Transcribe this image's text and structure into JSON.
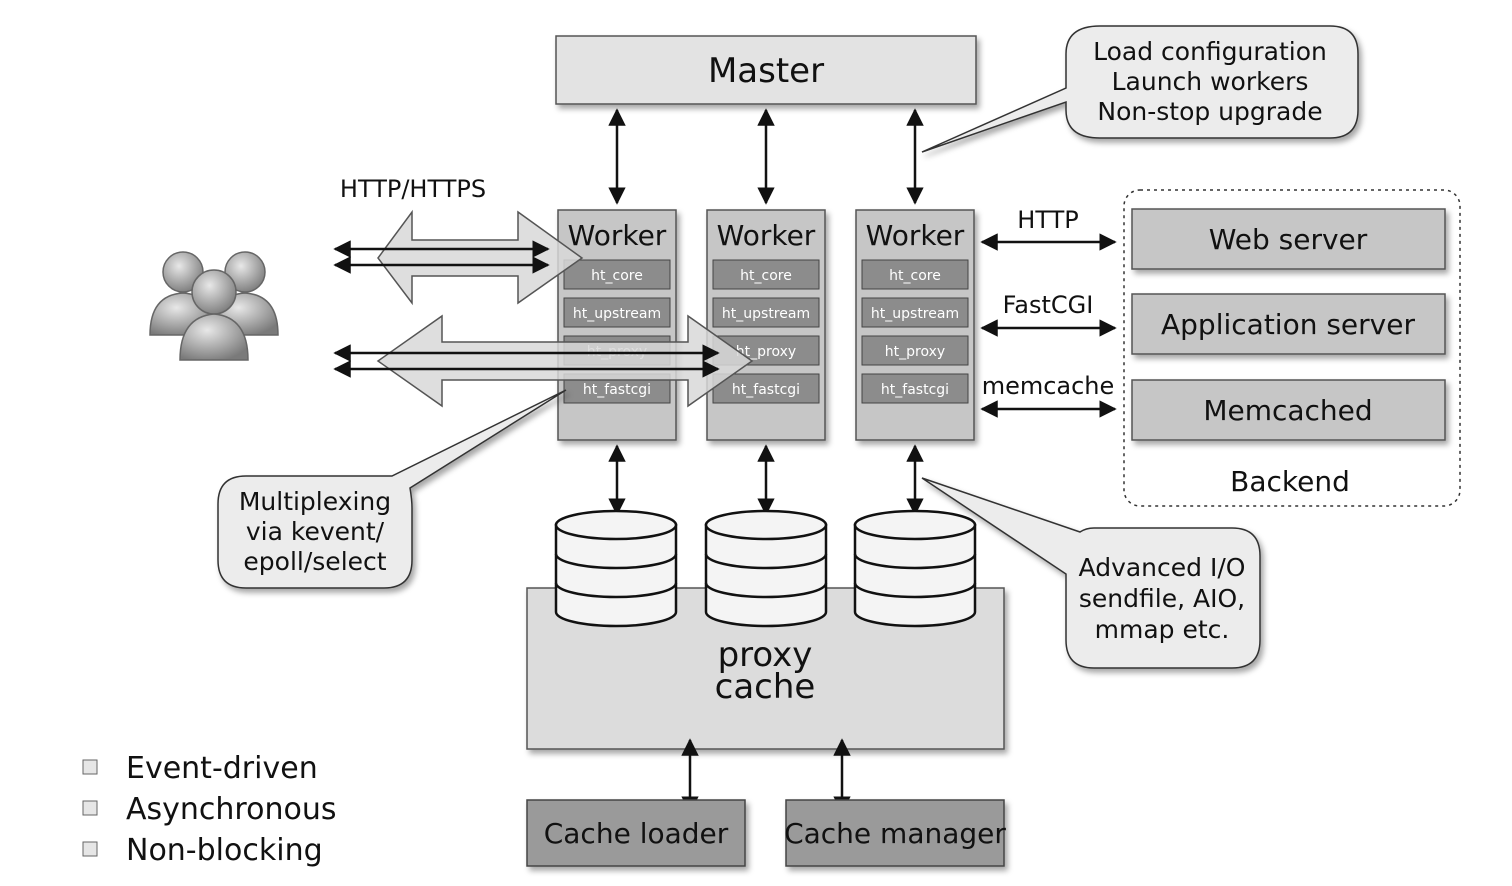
{
  "master": {
    "label": "Master"
  },
  "master_callout": {
    "lines": [
      "Load configuration",
      "Launch workers",
      "Non-stop upgrade"
    ]
  },
  "client_protocol": "HTTP/HTTPS",
  "workers": [
    {
      "label": "Worker",
      "modules": [
        "ht_core",
        "ht_upstream",
        "ht_proxy",
        "ht_fastcgi"
      ]
    },
    {
      "label": "Worker",
      "modules": [
        "ht_core",
        "ht_upstream",
        "ht_proxy",
        "ht_fastcgi"
      ]
    },
    {
      "label": "Worker",
      "modules": [
        "ht_core",
        "ht_upstream",
        "ht_proxy",
        "ht_fastcgi"
      ]
    }
  ],
  "backend_protocols": [
    "HTTP",
    "FastCGI",
    "memcache"
  ],
  "backend": {
    "servers": [
      "Web server",
      "Application server",
      "Memcached"
    ],
    "label": "Backend"
  },
  "multiplex_callout": {
    "lines": [
      "Multiplexing",
      "via kevent/",
      "epoll/select"
    ]
  },
  "io_callout": {
    "lines": [
      "Advanced I/O",
      "sendfile, AIO,",
      "mmap etc."
    ]
  },
  "proxy_cache": {
    "lines": [
      "proxy",
      "cache"
    ]
  },
  "cache_processes": [
    "Cache loader",
    "Cache manager"
  ],
  "features": [
    "Event-driven",
    "Asynchronous",
    "Non-blocking"
  ],
  "colors": {
    "box_light": "#e3e3e3",
    "box_mid": "#c6c6c6",
    "box_dark": "#9a9a9a",
    "module": "#8c8c8c",
    "cache_area": "#dcdcdc"
  }
}
